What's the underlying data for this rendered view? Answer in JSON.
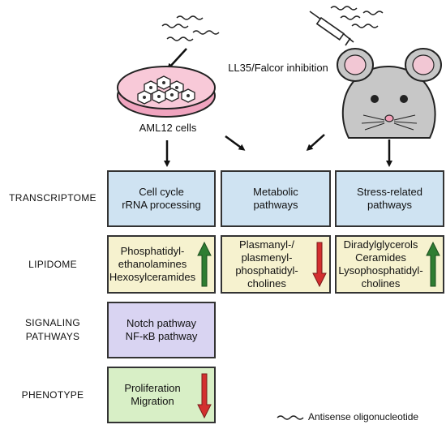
{
  "top": {
    "cells_label": "AML12 cells",
    "inhibition_label": "LL35/Falcor inhibition"
  },
  "rows": {
    "transcriptome": "TRANSCRIPTOME",
    "lipidome": "LIPIDOME",
    "signaling": [
      "SIGNALING",
      "PATHWAYS"
    ],
    "phenotype": "PHENOTYPE"
  },
  "transcriptome_boxes": [
    {
      "lines": [
        "Cell cycle",
        "rRNA processing"
      ]
    },
    {
      "lines": [
        "Metabolic",
        "pathways"
      ]
    },
    {
      "lines": [
        "Stress-related",
        "pathways"
      ]
    }
  ],
  "lipidome_boxes": [
    {
      "lines": [
        "Phosphatidyl-",
        "ethanolamines",
        "Hexosylceramides"
      ],
      "direction": "up"
    },
    {
      "lines": [
        "Plasmanyl-/",
        "plasmenyl-",
        "phosphatidyl-",
        "cholines"
      ],
      "direction": "down"
    },
    {
      "lines": [
        "Diradylglycerols",
        "Ceramides",
        "Lysophosphatidyl-",
        "cholines"
      ],
      "direction": "up"
    }
  ],
  "signaling_box": {
    "lines": [
      "Notch pathway",
      "NF-κB pathway"
    ]
  },
  "phenotype_box": {
    "lines": [
      "Proliferation",
      "Migration"
    ],
    "direction": "down"
  },
  "legend": {
    "label": "Antisense oligonucleotide"
  },
  "colors": {
    "transcriptome_fill": "#cfe3f2",
    "lipidome_fill": "#f6f2cf",
    "signaling_fill": "#d9d4f2",
    "phenotype_fill": "#d8efc6",
    "up_arrow": "#2e7d32",
    "down_arrow": "#d32f2f",
    "dish_fill": "#f4b8cc",
    "mouse_fill": "#c7c7c7"
  }
}
